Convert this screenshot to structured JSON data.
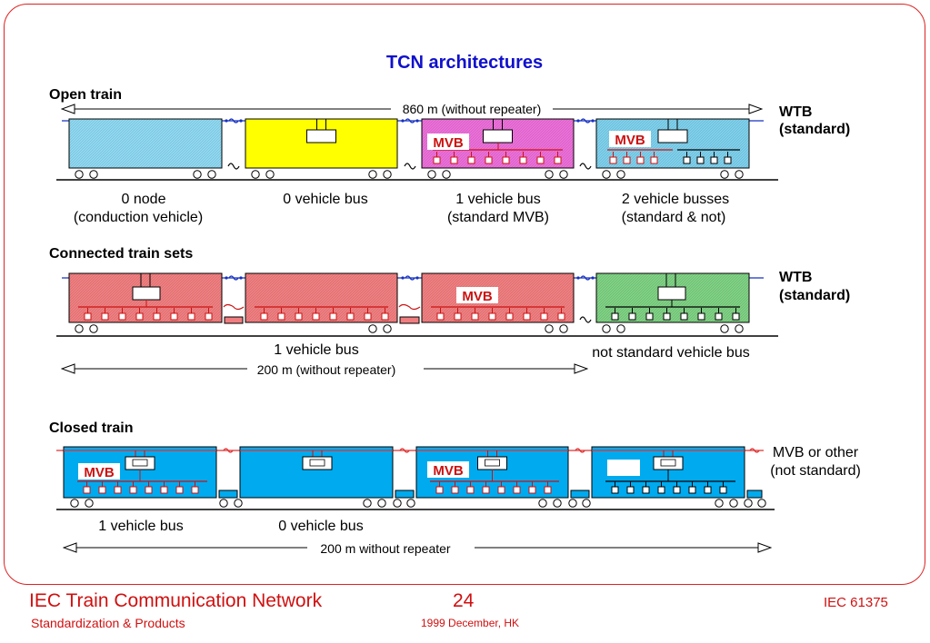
{
  "title": "TCN architectures",
  "colors": {
    "frame": "#dd2222",
    "title": "#1010cc",
    "wtb": "#1530c0",
    "mvb": "#cc1111",
    "footer": "#d01010"
  },
  "open_train": {
    "heading": "Open train",
    "span": "860 m (without repeater)",
    "bus_label_1": "WTB",
    "bus_label_2": "(standard)",
    "cars": [
      {
        "label_1": "0 node",
        "label_2": "(conduction vehicle)",
        "color": "#8fd8f2"
      },
      {
        "label_1": "0 vehicle bus",
        "label_2": "",
        "color": "#ffff00"
      },
      {
        "label_1": "1 vehicle bus",
        "label_2": "(standard MVB)",
        "color": "#ec6fd9",
        "mvb": "MVB"
      },
      {
        "label_1": "2 vehicle busses",
        "label_2": "(standard & not)",
        "color": "#7ed0ec",
        "mvb": "MVB"
      }
    ]
  },
  "connected": {
    "heading": "Connected train sets",
    "bus_label_1": "WTB",
    "bus_label_2": "(standard)",
    "mvb": "MVB",
    "label_left": "1 vehicle bus",
    "label_right": "not standard vehicle bus",
    "span": "200 m (without repeater)",
    "colors": [
      "#f07e80",
      "#f07e80",
      "#f07e80",
      "#7fd184"
    ]
  },
  "closed": {
    "heading": "Closed train",
    "bus_label_1": "MVB or other",
    "bus_label_2": "(not standard)",
    "mvb": "MVB",
    "label_1": "1 vehicle bus",
    "label_2": "0 vehicle bus",
    "span": "200 m without repeater",
    "color": "#00aaee"
  },
  "footer": {
    "left_title": "IEC Train Communication Network",
    "left_sub": "Standardization & Products",
    "page": "24",
    "date": "1999 December, HK",
    "right": "IEC 61375"
  }
}
